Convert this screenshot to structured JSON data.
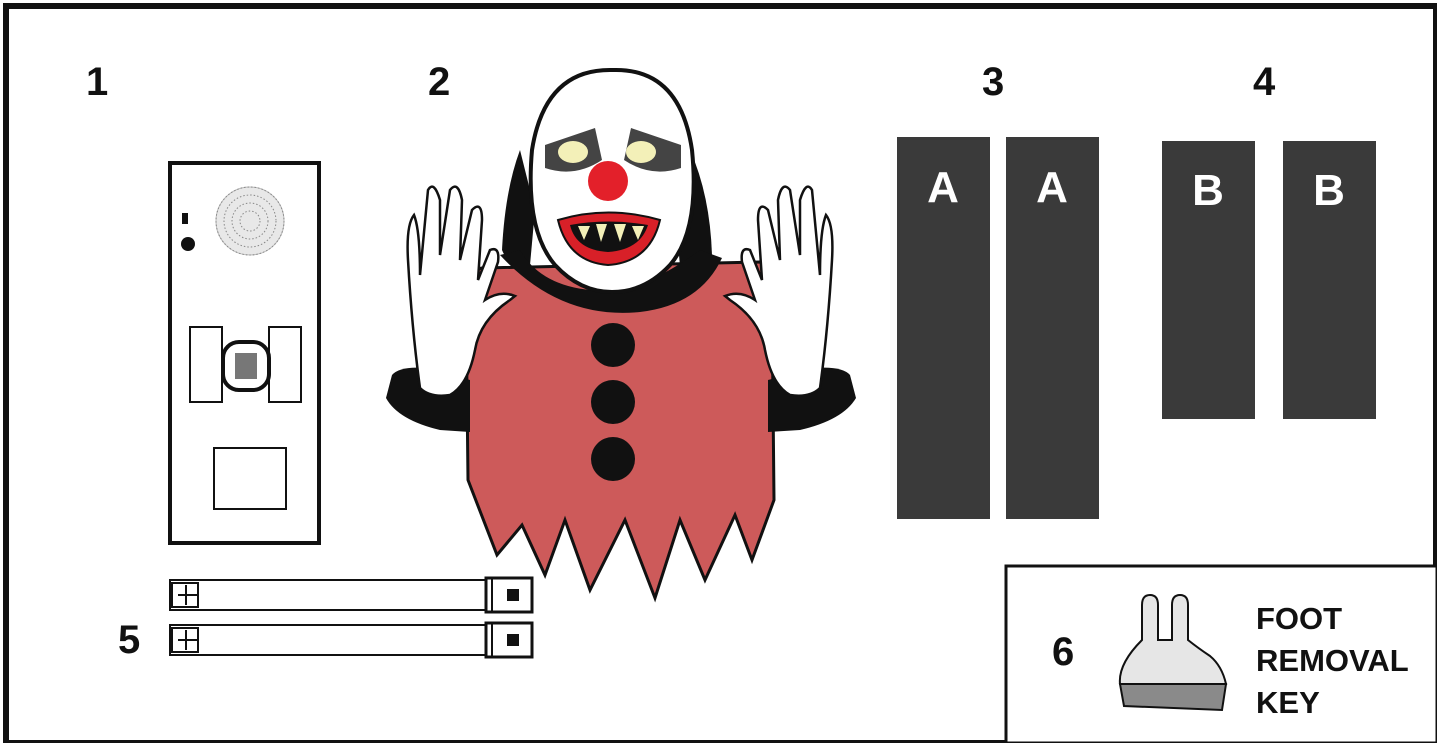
{
  "parts": {
    "part1": {
      "number": "1"
    },
    "part2": {
      "number": "2"
    },
    "part3": {
      "number": "3",
      "panel_letter": "A"
    },
    "part4": {
      "number": "4",
      "panel_letter": "B"
    },
    "part5": {
      "number": "5"
    },
    "part6": {
      "number": "6",
      "label_line1": "FOOT",
      "label_line2": "REMOVAL",
      "label_line3": "KEY"
    }
  },
  "colors": {
    "outline": "#111111",
    "panel": "#3a3a3a",
    "gown": "#cd5a5a",
    "nose": "#e3202a",
    "mouth": "#d82028",
    "eyes": "#f3f0b8",
    "key_body": "#e6e6e6",
    "key_base": "#8a8a8a"
  },
  "icons": [
    "control-box-icon",
    "clown-figure-icon",
    "connector-bar-icon",
    "foot-removal-key-icon"
  ]
}
